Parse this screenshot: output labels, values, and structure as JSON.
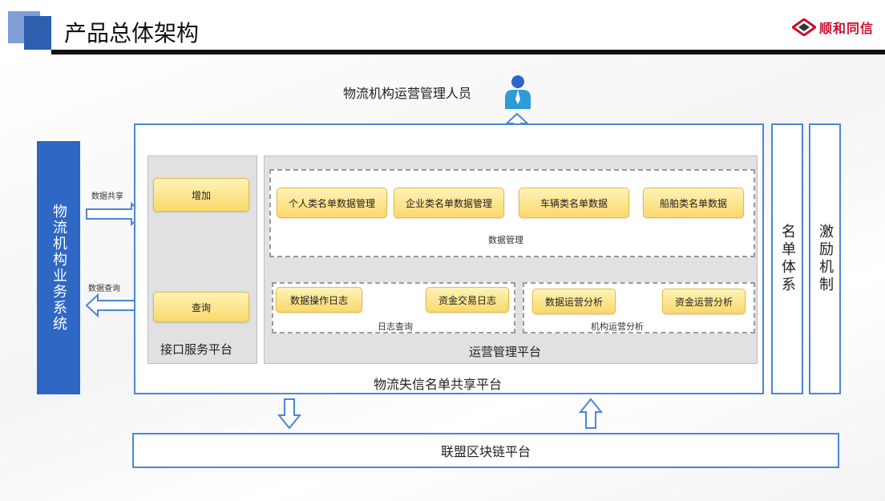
{
  "header": {
    "title": "产品总体架构",
    "logo_text": "顺和同信"
  },
  "operator": {
    "label": "物流机构运营管理人员"
  },
  "left_system": {
    "label": "物流机构业务系统"
  },
  "flows": {
    "share": "数据共享",
    "query": "数据查询"
  },
  "interface_platform": {
    "label": "接口服务平台",
    "buttons": {
      "add": "增加",
      "query": "查询"
    }
  },
  "ops_platform": {
    "label": "运营管理平台",
    "data_mgmt": {
      "label": "数据管理",
      "items": [
        "个人类名单数据管理",
        "企业类名单数据管理",
        "车辆类名单数据",
        "船舶类名单数据"
      ]
    },
    "log_query": {
      "label": "日志查询",
      "items": [
        "数据操作日志",
        "资金交易日志"
      ]
    },
    "analysis": {
      "label": "机构运营分析",
      "items": [
        "数据运营分析",
        "资金运营分析"
      ]
    }
  },
  "main_platform": {
    "label": "物流失信名单共享平台"
  },
  "side_panels": {
    "list_system": "名单体系",
    "incentive": "激励机制"
  },
  "blockchain": {
    "label": "联盟区块链平台"
  },
  "colors": {
    "accent_blue": "#2e67c4",
    "frame_blue": "#4a86d8",
    "pill_yellow": "#fbd86a",
    "logo_red": "#c8102e"
  }
}
